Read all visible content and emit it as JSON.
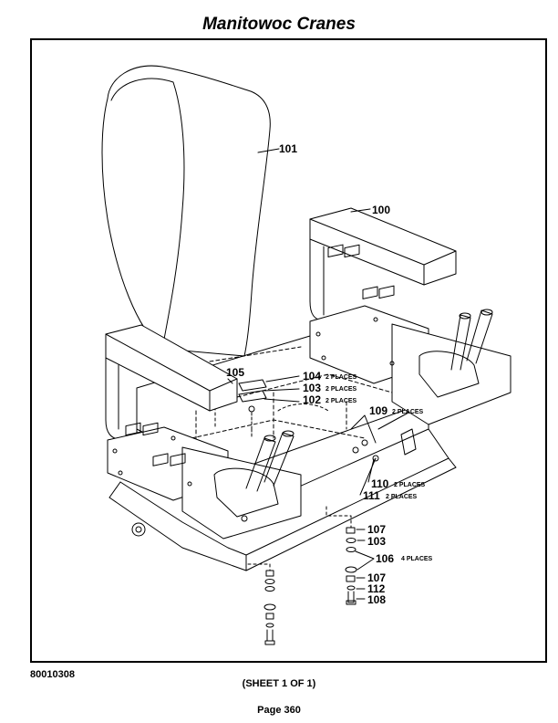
{
  "header": {
    "title": "Manitowoc Cranes"
  },
  "drawing_number": "80010308",
  "sheet_label": "(SHEET 1 OF 1)",
  "page_label": "Page 360",
  "callouts": {
    "c100": {
      "num": "100",
      "note": ""
    },
    "c101": {
      "num": "101",
      "note": ""
    },
    "c102": {
      "num": "102",
      "note": "2 PLACES"
    },
    "c103a": {
      "num": "103",
      "note": "2 PLACES"
    },
    "c103b": {
      "num": "103",
      "note": ""
    },
    "c104": {
      "num": "104",
      "note": "2 PLACES"
    },
    "c105": {
      "num": "105",
      "note": ""
    },
    "c106": {
      "num": "106",
      "note": "4 PLACES"
    },
    "c107a": {
      "num": "107",
      "note": ""
    },
    "c107b": {
      "num": "107",
      "note": ""
    },
    "c108": {
      "num": "108",
      "note": ""
    },
    "c109": {
      "num": "109",
      "note": "2 PLACES"
    },
    "c110": {
      "num": "110",
      "note": "2 PLACES"
    },
    "c111": {
      "num": "111",
      "note": "2 PLACES"
    },
    "c112": {
      "num": "112",
      "note": ""
    }
  }
}
